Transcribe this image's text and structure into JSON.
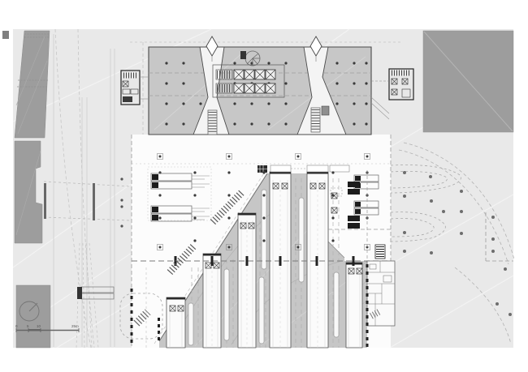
{
  "scale_bar": {
    "labels": [
      "0",
      "5",
      "10",
      "25m"
    ]
  },
  "colors": {
    "page_background": "#ffffff",
    "sheet": "#e9e9e9",
    "adjacent_block": "#9d9d9d",
    "building_fill": "#c7c7c7",
    "shed_fill": "#c6c6c6",
    "concourse": "#fcfcfc",
    "platform": "#fbfbfb",
    "void_fill": "#f4f4f4",
    "outline": "#4a4a4a",
    "detail_dark": "#1e1e1e",
    "line_mid": "#8c8c8c",
    "line_light": "#bfbfbf",
    "dot": "#3a3a3a",
    "tree": "#6d6d6d"
  }
}
